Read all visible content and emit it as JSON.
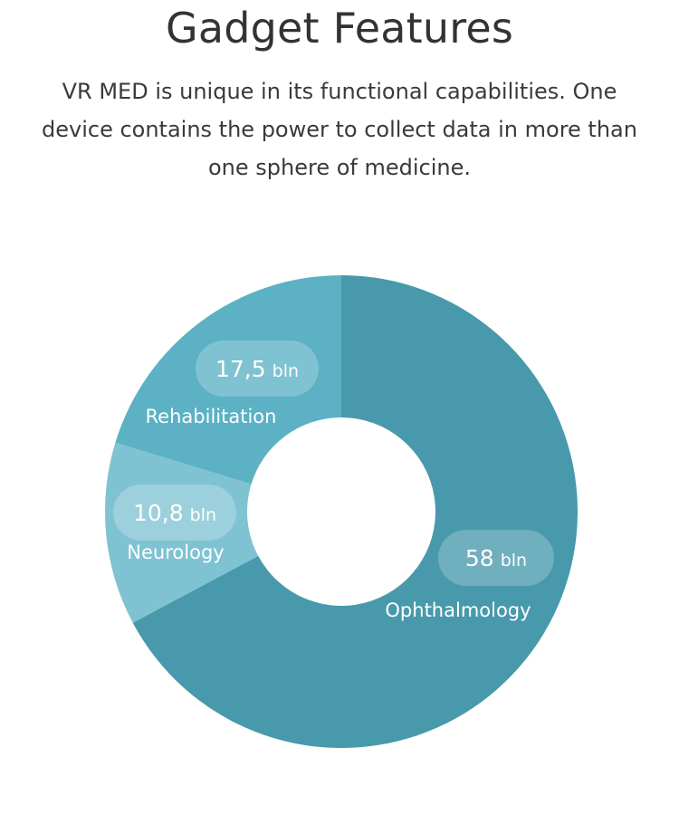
{
  "page": {
    "title": "Gadget Features",
    "description": "VR MED is unique in its functional capabilities. One device contains the power to collect data in more than one sphere of medicine."
  },
  "chart_data": {
    "type": "pie",
    "subtype": "donut",
    "unit": "bln",
    "slices": [
      {
        "label": "Ophthalmology",
        "value": 58,
        "value_label": "58",
        "color": "#4899ab"
      },
      {
        "label": "Neurology",
        "value": 10.8,
        "value_label": "10,8",
        "color": "#7fc3d2"
      },
      {
        "label": "Rehabilitation",
        "value": 17.5,
        "value_label": "17,5",
        "color": "#5cb1c4"
      }
    ],
    "start": "top, clockwise",
    "colors": {
      "badge_fill": "#ffffff",
      "label_text": "#ffffff"
    }
  }
}
